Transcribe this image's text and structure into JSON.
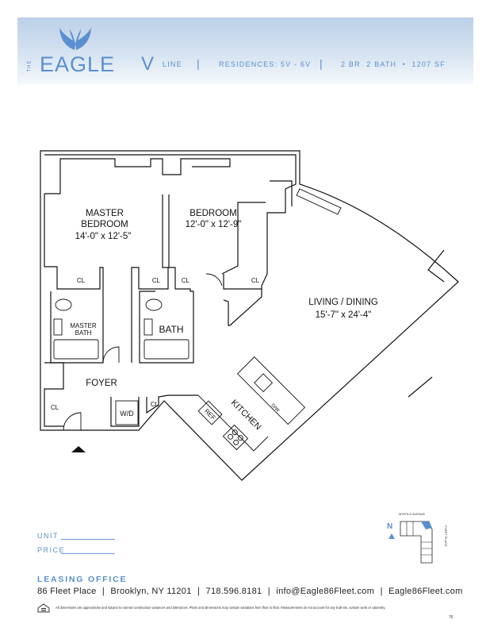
{
  "header": {
    "logo_the": "THE",
    "logo_name": "EAGLE",
    "line_letter": "V",
    "line_label": "LINE",
    "separator": "|",
    "residences": "RESIDENCES: 5V - 6V",
    "summary": "2 BR  2 BATH  •  1207 SF",
    "accent_color": "#5a8fcf"
  },
  "floorplan": {
    "rooms": {
      "master_bedroom": {
        "name_line1": "MASTER",
        "name_line2": "BEDROOM",
        "dims": "14'-0\" x 12'-5\""
      },
      "bedroom": {
        "name": "BEDROOM",
        "dims": "12'-0\" x 12'-9\""
      },
      "living": {
        "name": "LIVING / DINING",
        "dims": "15'-7\" x 24'-4\""
      },
      "master_bath": {
        "name_line1": "MASTER",
        "name_line2": "BATH"
      },
      "bath": {
        "name": "BATH"
      },
      "foyer": {
        "name": "FOYER"
      },
      "kitchen": {
        "name": "KITCHEN"
      }
    },
    "closet_label": "CL",
    "washer_dryer": "W/D",
    "refrigerator": "REF",
    "dishwasher": "D/W"
  },
  "keyplan": {
    "north": "N",
    "street_top": "MYRTLE AVENUE",
    "street_side": "FLEET PLACE",
    "highlight_color": "#5a8fcf"
  },
  "form": {
    "unit_label": "UNIT",
    "price_label": "PRICE"
  },
  "footer": {
    "office_title": "LEASING OFFICE",
    "address": "86 Fleet Place",
    "city": "Brooklyn, NY 11201",
    "phone": "718.596.8181",
    "email": "info@Eagle86Fleet.com",
    "website": "Eagle86Fleet.com",
    "separator": "|",
    "disclaimer": "All dimensions are approximate and subject to normal construction variances and tolerances. Plans and dimensions may contain variations from floor to floor. Measurements do not account for any built-ins, custom work or cabinetry.",
    "page_number": "76"
  }
}
